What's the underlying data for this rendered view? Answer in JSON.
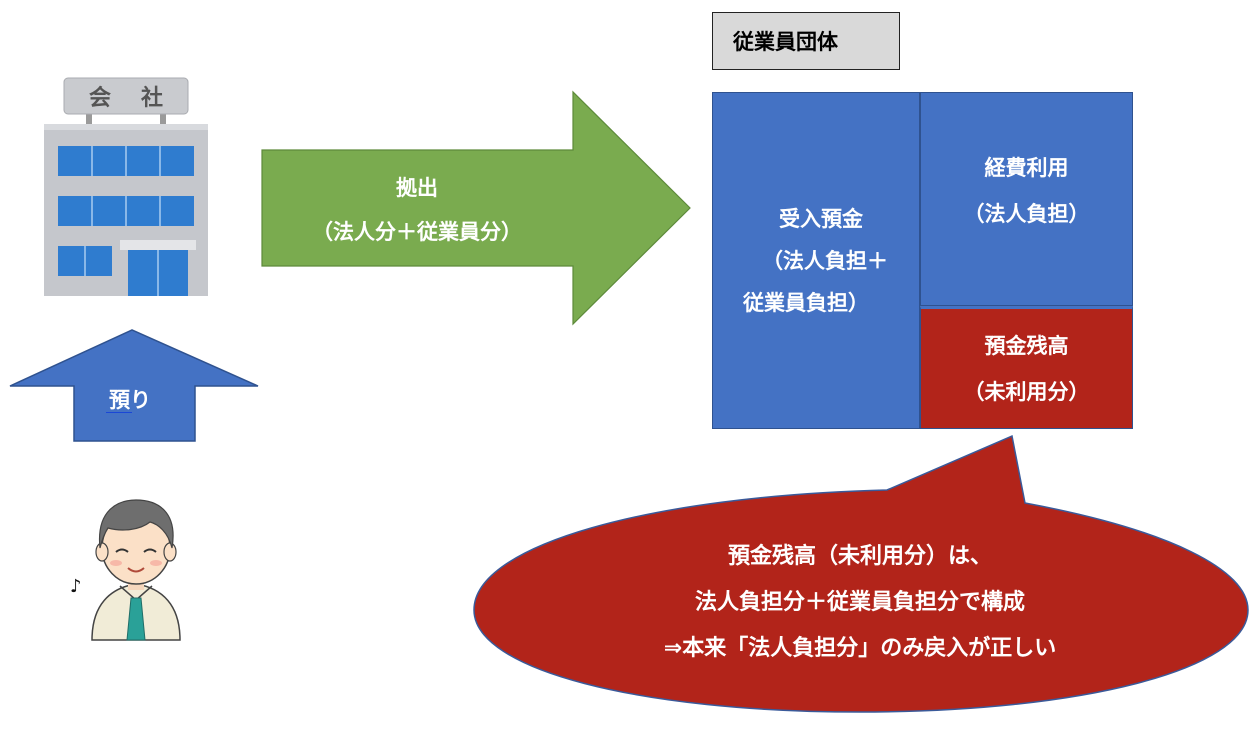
{
  "group_label": "従業員団体",
  "flow_arrow": {
    "line1": "拠出",
    "line2": "（法人分＋従業員分）"
  },
  "deposit_arrow": {
    "label": "預り"
  },
  "fund": {
    "received": {
      "line1": "受入預金",
      "line2": "（法人負担＋",
      "line3": "従業員負担）"
    },
    "expense": {
      "line1": "経費利用",
      "line2": "（法人負担）"
    },
    "balance": {
      "line1": "預金残高",
      "line2": "（未利用分）"
    }
  },
  "callout": {
    "line1": "預金残高（未利用分）は、",
    "line2": "法人負担分＋従業員負担分で構成",
    "line3": "⇒本来「法人負担分」のみ戻入が正しい"
  },
  "company_sign": {
    "char1": "会",
    "char2": "社"
  },
  "colors": {
    "blue": "#4472c4",
    "green": "#70ad47",
    "red": "#b2241a",
    "gray_label": "#d9d9d9"
  }
}
